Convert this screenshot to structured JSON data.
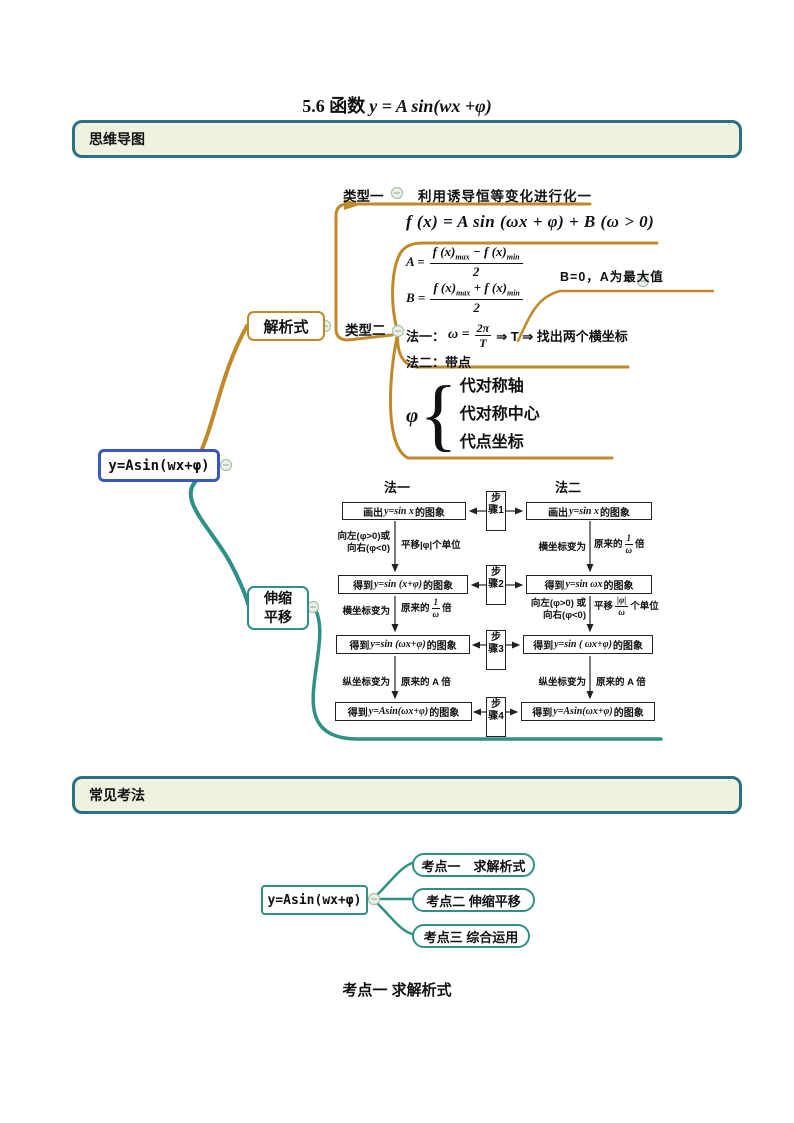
{
  "title": {
    "prefix": "5.6 函数",
    "math": "y = A sin(wx +φ)"
  },
  "banners": {
    "mindmap": "思维导图",
    "exam": "常见考法"
  },
  "colors": {
    "gold": "#BE8A2A",
    "teal": "#2F9186",
    "blue": "#3A57BE",
    "banner_border": "#2E6F80",
    "banner_bg": "#EFF2E1"
  },
  "map": {
    "central": "y=Asin(wx+φ)",
    "jiexishi": "解析式",
    "shensuo_line1": "伸缩",
    "shensuo_line2": "平移",
    "type1_label": "类型一",
    "type1_content": "利用诱导恒等变化进行化一",
    "type2_label": "类型二",
    "fx_formula": "f (x) = A sin (ωx + φ) + B (ω > 0)",
    "frac_a": {
      "lhs": "A =",
      "num1": "f (x)",
      "sub1": "max",
      "num2": " − f (x)",
      "sub2": "min",
      "den": "2"
    },
    "frac_b": {
      "lhs": "B =",
      "num1": "f (x)",
      "sub1": "max",
      "num2": " + f (x)",
      "sub2": "min",
      "den": "2"
    },
    "note_b0": "B=0，A为最大值",
    "fa1": {
      "label": "法一：",
      "omega": "ω =",
      "num": "2π",
      "den": "T",
      "rest": "⇒ T ⇒ 找出两个横坐标"
    },
    "fa2": "法二：带点",
    "phi": {
      "symbol": "φ",
      "brace": "{",
      "items": [
        "代对称轴",
        "代对称中心",
        "代点坐标"
      ]
    }
  },
  "flow": {
    "header1": "法一",
    "header2": "法二",
    "steps": [
      "步骤1",
      "步骤2",
      "步骤3",
      "步骤4"
    ],
    "left_boxes": [
      {
        "prefix": "画出",
        "math": "y=sin x",
        "suffix": "的图象"
      },
      {
        "prefix": "得到",
        "math": "y=sin (x+φ)",
        "suffix": "的图象"
      },
      {
        "prefix": "得到",
        "math": "y=sin (ωx+φ)",
        "suffix": "的图象"
      },
      {
        "prefix": "得到",
        "math": "y=Asin(ωx+φ)",
        "suffix": "的图象"
      }
    ],
    "right_boxes": [
      {
        "prefix": "画出",
        "math": "y=sin x",
        "suffix": "的图象"
      },
      {
        "prefix": "得到",
        "math": "y=sin ωx",
        "suffix": "的图象"
      },
      {
        "prefix": "得到",
        "math": "y=sin ( ωx+φ)",
        "suffix": "的图象"
      },
      {
        "prefix": "得到",
        "math": "y=Asin(ωx+φ)",
        "suffix": "的图象"
      }
    ],
    "labels": {
      "l12_left1": "向左(φ>0)或",
      "l12_left2": "向右(φ<0)",
      "l12_right": "平移|φ|个单位",
      "r12_left": "横坐标变为",
      "r12_right": {
        "pre": "原来的",
        "num": "1",
        "den": "ω",
        "post": "倍"
      },
      "l23_left": "横坐标变为",
      "l23_right": {
        "pre": "原来的",
        "num": "1",
        "den": "ω",
        "post": "倍"
      },
      "r23_left1": "向左(φ>0) 或",
      "r23_left2": "向右(φ<0)",
      "r23_right": {
        "pre": "平移",
        "num": "|φ|",
        "den": "ω",
        "post": "个单位"
      },
      "l34_left": "纵坐标变为",
      "l34_right": "原来的 A 倍",
      "r34_left": "纵坐标变为",
      "r34_right": "原来的 A 倍"
    }
  },
  "exam": {
    "central": "y=Asin(wx+φ)",
    "items": [
      "考点一　求解析式",
      "考点二 伸缩平移",
      "考点三 综合运用"
    ]
  },
  "footer_heading": "考点一 求解析式"
}
